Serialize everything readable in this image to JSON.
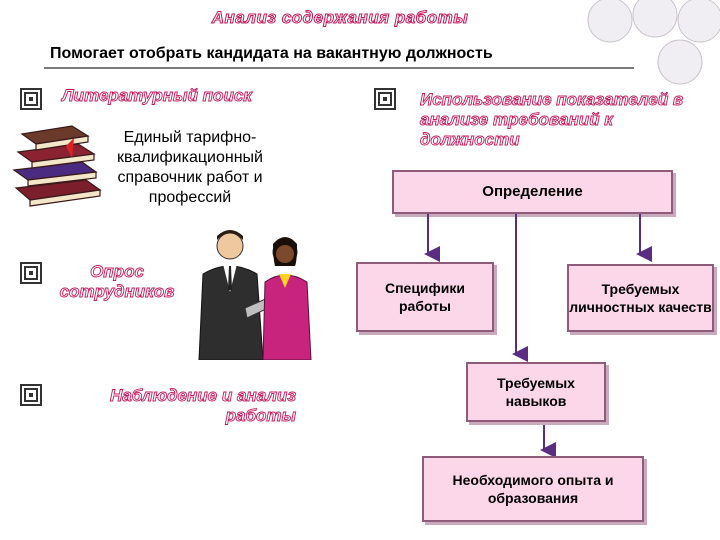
{
  "title": "Анализ содержания работы",
  "subtitle": "Помогает отобрать кандидата на вакантную должность",
  "left": {
    "literature": {
      "heading": "Литературный поиск",
      "description": "Единый тарифно-квалификационный справочник работ и профессий"
    },
    "survey": {
      "heading": "Опрос сотрудников"
    },
    "observation": {
      "heading": "Наблюдение и анализ работы"
    }
  },
  "right": {
    "indicators": {
      "heading": "Использование показателей в анализе требований к должности"
    },
    "boxes": {
      "definition": "Определение",
      "specifics": "Специфики работы",
      "qualities": "Требуемых личностных качеств",
      "skills": "Требуемых навыков",
      "experience": "Необходимого опыта и образования"
    }
  },
  "colors": {
    "accent": "#c2185b",
    "box_fill": "#fcd7ea",
    "box_border": "#8e5c7a",
    "arrow": "#5a2d82"
  },
  "icons": [
    "decorative-circles-icon",
    "square-spiral-bullet-icon",
    "books-clipart-icon",
    "business-people-clipart-icon"
  ]
}
